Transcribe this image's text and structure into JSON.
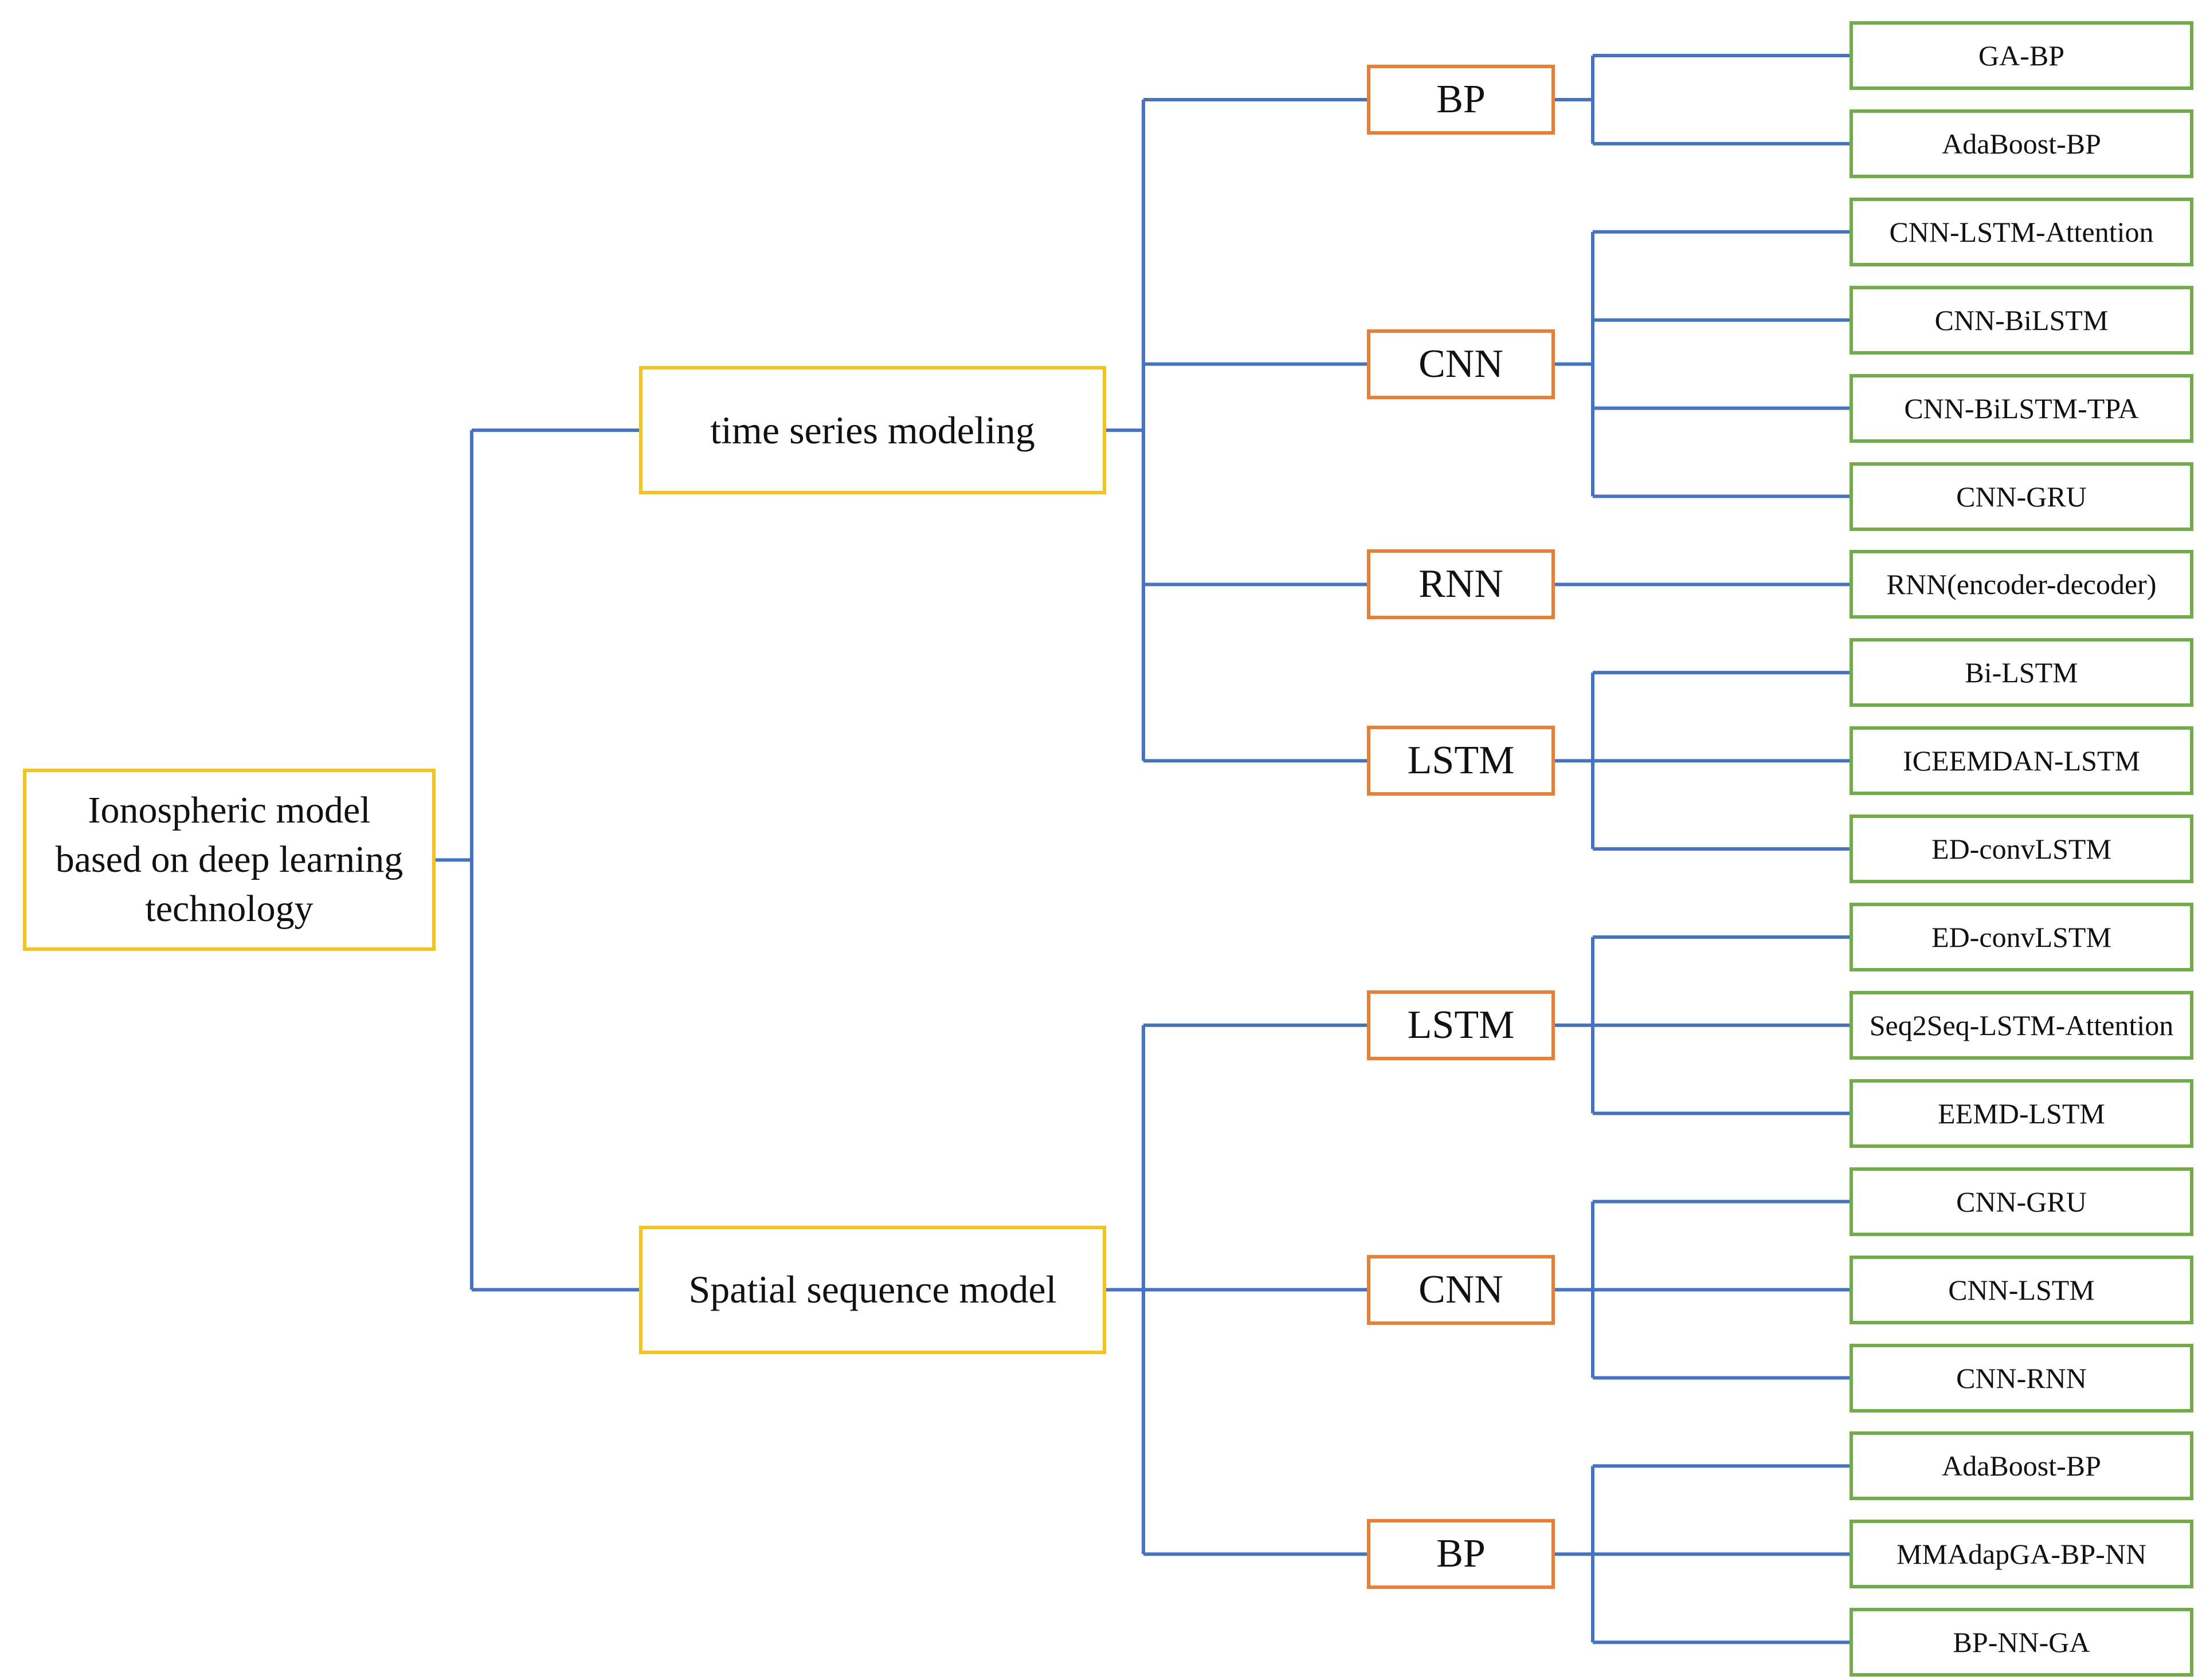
{
  "colors": {
    "edge": "#4472C4",
    "root_border": "#F5C319",
    "category_border": "#F5C319",
    "model_border": "#ED7D31",
    "variant_border": "#70AD47"
  },
  "root": {
    "label": "Ionospheric model based on deep learning technology",
    "lines": [
      "Ionospheric model",
      "based on deep learning",
      "technology"
    ]
  },
  "categories": [
    {
      "label": "time series modeling",
      "models": [
        {
          "label": "BP",
          "variants": [
            "GA-BP",
            "AdaBoost-BP"
          ]
        },
        {
          "label": "CNN",
          "variants": [
            "CNN-LSTM-Attention",
            "CNN-BiLSTM",
            "CNN-BiLSTM-TPA",
            "CNN-GRU"
          ]
        },
        {
          "label": "RNN",
          "variants": [
            "RNN(encoder-decoder)"
          ]
        },
        {
          "label": "LSTM",
          "variants": [
            "Bi-LSTM",
            "ICEEMDAN-LSTM",
            "ED-convLSTM"
          ]
        }
      ]
    },
    {
      "label": "Spatial sequence model",
      "models": [
        {
          "label": "LSTM",
          "variants": [
            "ED-convLSTM",
            "Seq2Seq-LSTM-Attention",
            "EEMD-LSTM"
          ]
        },
        {
          "label": "CNN",
          "variants": [
            "CNN-GRU",
            "CNN-LSTM",
            "CNN-RNN"
          ]
        },
        {
          "label": "BP",
          "variants": [
            "AdaBoost-BP",
            "MMAdapGA-BP-NN",
            "BP-NN-GA"
          ]
        }
      ]
    }
  ]
}
